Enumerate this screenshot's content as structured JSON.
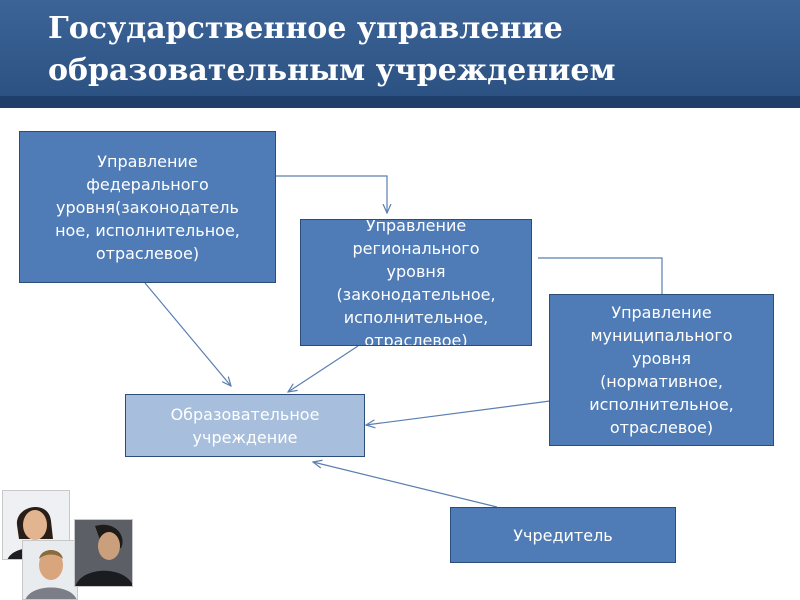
{
  "slide": {
    "title_line1": "Государственное управление",
    "title_line2": "образовательным учреждением"
  },
  "nodes": {
    "federal": "Управление\nфедерального\nуровня(законодатель\nное, исполнительное,\nотраслевое)",
    "regional": "Управление\nрегионального\nуровня\n(законодательное,\nисполнительное,\nотраслевое)",
    "municipal": "Управление\nмуниципального\nуровня\n(нормативное,\nисполнительное,\nотраслевое)",
    "institution": "Образовательное\nучреждение",
    "founder": "Учредитель"
  },
  "colors": {
    "header": "#2c5283",
    "box_dark": "#4f7cb6",
    "box_light": "#a7bfdc",
    "arrow": "#5b7fb0"
  }
}
